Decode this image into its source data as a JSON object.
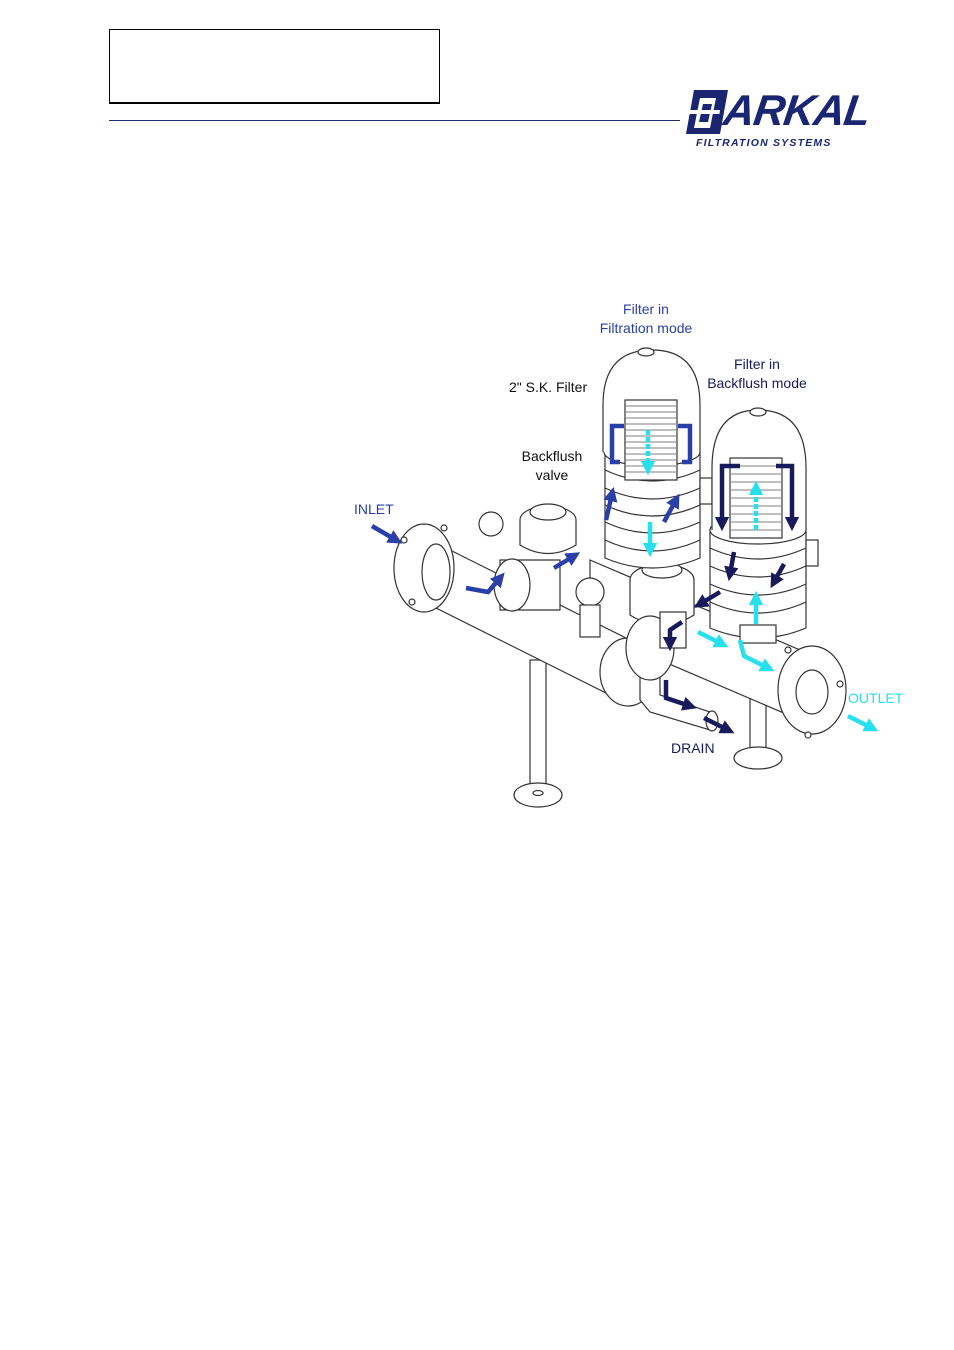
{
  "header": {
    "logo_text": "ARKAL",
    "logo_tagline": "FILTRATION SYSTEMS"
  },
  "diagram": {
    "labels": {
      "filtration_filter_line1": "Filter in",
      "filtration_filter_line2": "Filtration mode",
      "backflush_filter_line1": "Filter in",
      "backflush_filter_line2": "Backflush mode",
      "sk_filter": "2\" S.K. Filter",
      "backflush_valve_line1": "Backflush",
      "backflush_valve_line2": "valve",
      "inlet": "INLET",
      "outlet": "OUTLET",
      "drain": "DRAIN"
    },
    "colors": {
      "inlet_flow": "#2a3fa8",
      "filtered_flow": "#27e0ee",
      "backflush_flow": "#181a5c",
      "outline": "#333333"
    }
  }
}
